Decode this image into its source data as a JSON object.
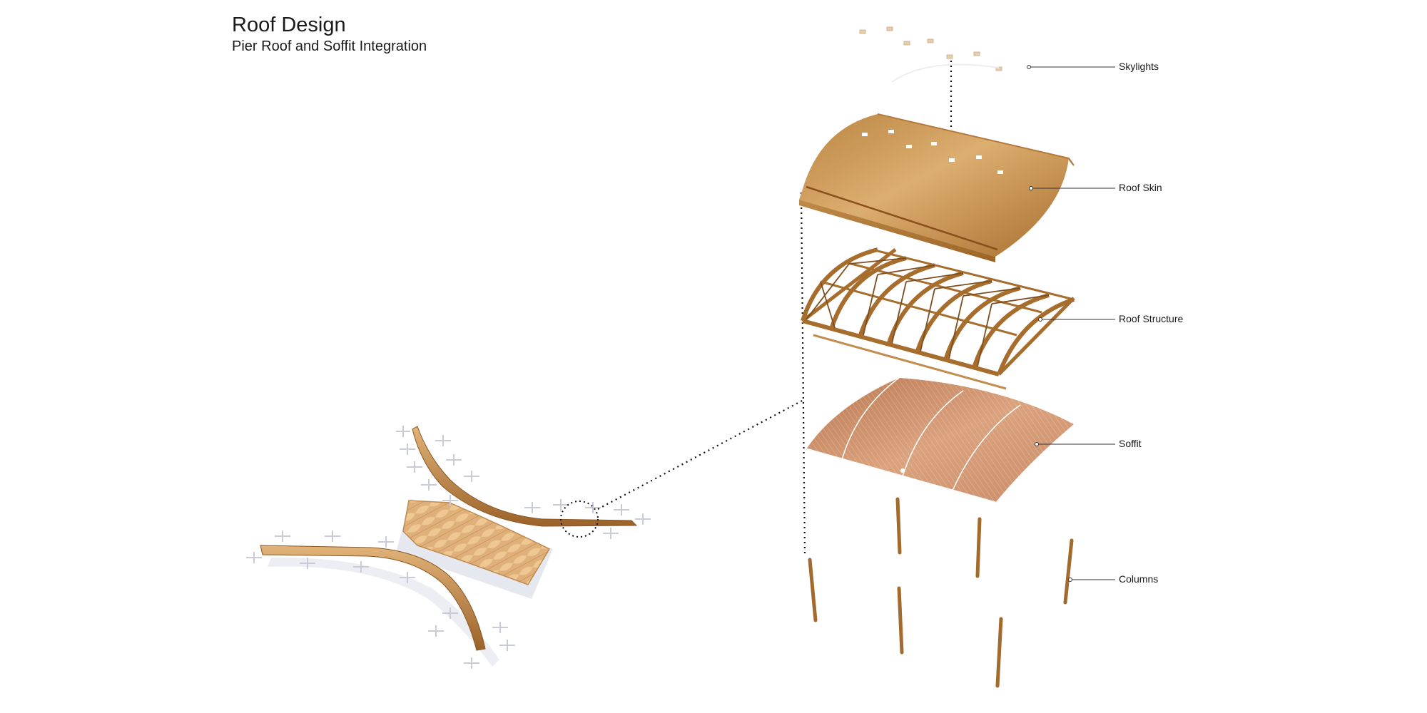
{
  "header": {
    "title": "Roof Design",
    "subtitle": "Pier Roof and Soffit Integration"
  },
  "callouts": [
    {
      "id": "skylights",
      "label": "Skylights"
    },
    {
      "id": "roof-skin",
      "label": "Roof Skin"
    },
    {
      "id": "roof-structure",
      "label": "Roof Structure"
    },
    {
      "id": "soffit",
      "label": "Soffit"
    },
    {
      "id": "columns",
      "label": "Columns"
    }
  ],
  "colors": {
    "wood_light": "#d9a86a",
    "wood_mid": "#b9803f",
    "wood_dark": "#7a4a1c",
    "soffit": "#c98a62",
    "leader": "#333333",
    "shadow": "#e3e6ee"
  }
}
